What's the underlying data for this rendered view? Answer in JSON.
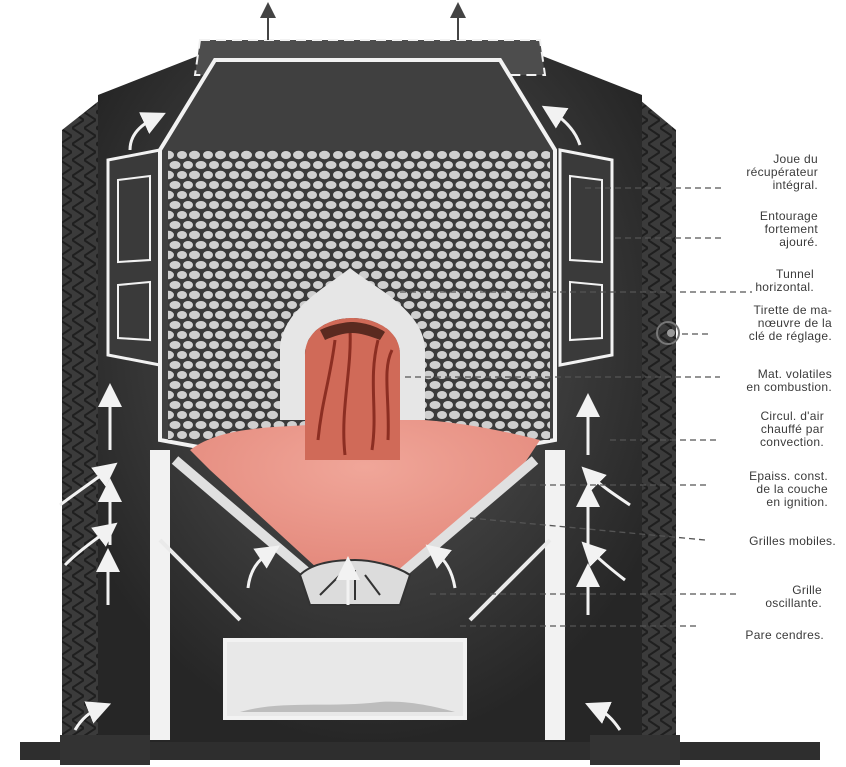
{
  "colors": {
    "paper": "#ffffff",
    "body_dark": "#2b2b2b",
    "body_mid": "#4a4a4a",
    "inner_wall": "#6b6b6b",
    "outline": "#f2f2f2",
    "coal": "#cfcfcf",
    "coal_bg": "#3a3a3a",
    "fire": "#e89a8e",
    "flame": "#c0533f",
    "tunnel": "#e6e6e6",
    "label_text": "#3a3a3a",
    "leader": "#555555"
  },
  "labels": [
    {
      "id": "joue",
      "lines": [
        "Joue du",
        "récupérateur",
        "intégral."
      ]
    },
    {
      "id": "entourage",
      "lines": [
        "Entourage",
        "fortement",
        "ajouré."
      ]
    },
    {
      "id": "tunnel",
      "lines": [
        "Tunnel",
        "horizontal."
      ]
    },
    {
      "id": "tirette",
      "lines": [
        "Tirette de ma-",
        "nœuvre de la",
        "clé de réglage."
      ]
    },
    {
      "id": "matieres",
      "lines": [
        "Mat. volatiles",
        "en combustion."
      ]
    },
    {
      "id": "circul",
      "lines": [
        "Circul. d'air",
        "chauffé par",
        "convection."
      ]
    },
    {
      "id": "epaiss",
      "lines": [
        "Epaiss. const.",
        "de la couche",
        "en ignition."
      ]
    },
    {
      "id": "grilles",
      "lines": [
        "Grilles mobiles."
      ]
    },
    {
      "id": "grille",
      "lines": [
        "Grille",
        "oscillante."
      ]
    },
    {
      "id": "pare",
      "lines": [
        "Pare cendres."
      ]
    }
  ]
}
